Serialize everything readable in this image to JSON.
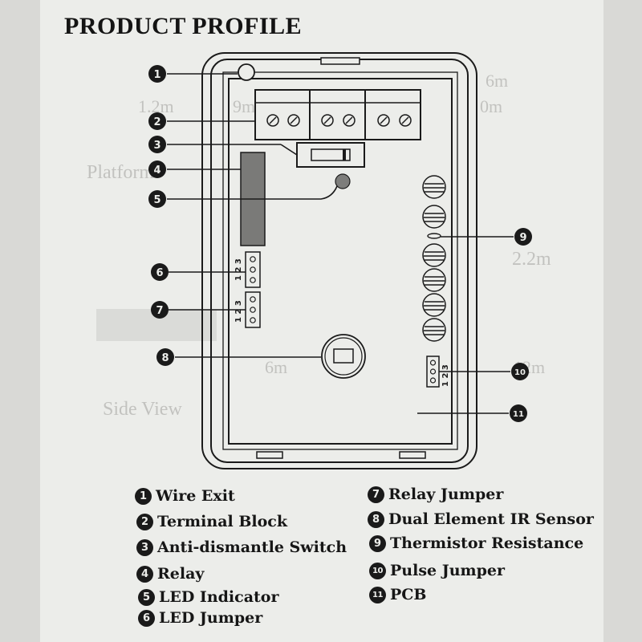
{
  "title": "PRODUCT PROFILE",
  "legend": [
    {
      "num": "1",
      "label": "Wire Exit"
    },
    {
      "num": "2",
      "label": "Terminal Block"
    },
    {
      "num": "3",
      "label": "Anti-dismantle Switch"
    },
    {
      "num": "4",
      "label": "Relay"
    },
    {
      "num": "5",
      "label": "LED Indicator"
    },
    {
      "num": "6",
      "label": "LED Jumper"
    },
    {
      "num": "7",
      "label": "Relay Jumper"
    },
    {
      "num": "8",
      "label": "Dual Element IR Sensor"
    },
    {
      "num": "9",
      "label": "Thermistor Resistance"
    },
    {
      "num": "10",
      "label": "Pulse Jumper"
    },
    {
      "num": "11",
      "label": "PCB"
    }
  ],
  "jumper_pins": "1 2 3",
  "bleed_through": [
    "6m",
    "0m",
    "1.2m",
    "9m",
    "Platform",
    "2.2m",
    "12m",
    "6m",
    "Side View"
  ],
  "colors": {
    "paper": "#ecedea",
    "ink": "#1a1a1a",
    "gray_component": "#7a7a78"
  }
}
